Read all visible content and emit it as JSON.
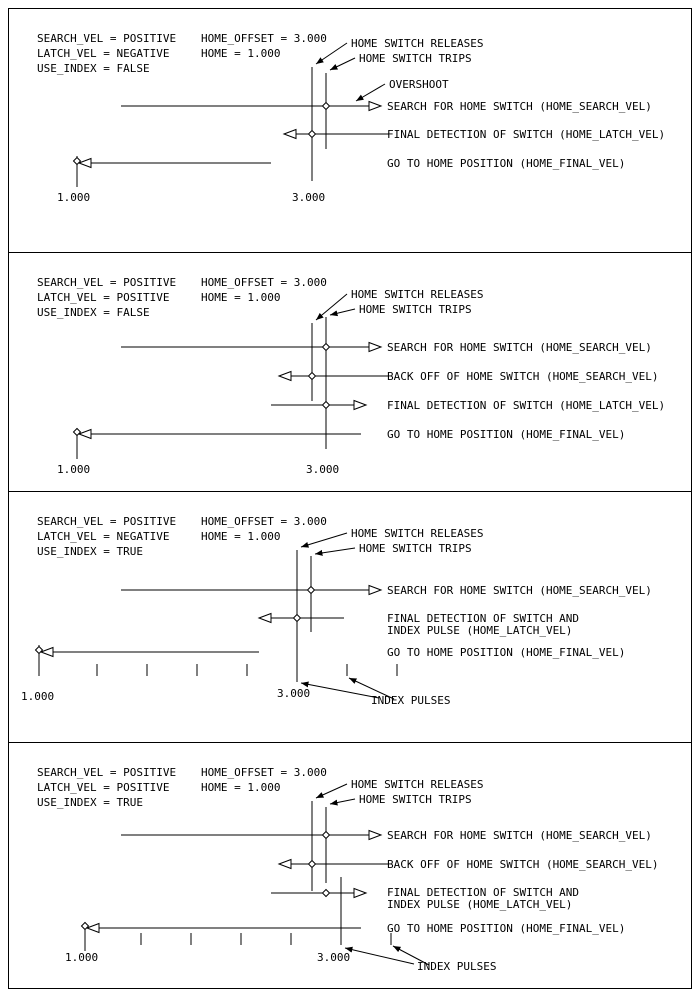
{
  "colors": {
    "ink": "#000000",
    "background": "#ffffff"
  },
  "panels": [
    {
      "params": {
        "search_vel": "SEARCH_VEL = POSITIVE",
        "latch_vel": "LATCH_VEL = NEGATIVE",
        "use_index": "USE_INDEX = FALSE",
        "home_offset": "HOME_OFFSET = 3.000",
        "home": "HOME = 1.000"
      },
      "callouts": {
        "releases": "HOME SWITCH RELEASES",
        "trips": "HOME SWITCH TRIPS",
        "overshoot": "OVERSHOOT"
      },
      "rows": {
        "search": "SEARCH FOR HOME SWITCH (HOME_SEARCH_VEL)",
        "latch": "FINAL DETECTION OF SWITCH (HOME_LATCH_VEL)",
        "final": "GO TO HOME POSITION (HOME_FINAL_VEL)"
      },
      "axis": {
        "home_pos": "1.000",
        "offset_pos": "3.000"
      }
    },
    {
      "params": {
        "search_vel": "SEARCH_VEL = POSITIVE",
        "latch_vel": "LATCH_VEL = POSITIVE",
        "use_index": "USE_INDEX = FALSE",
        "home_offset": "HOME_OFFSET = 3.000",
        "home": "HOME = 1.000"
      },
      "callouts": {
        "releases": "HOME SWITCH RELEASES",
        "trips": "HOME SWITCH TRIPS"
      },
      "rows": {
        "search": "SEARCH FOR HOME SWITCH (HOME_SEARCH_VEL)",
        "backoff": "BACK OFF OF HOME SWITCH (HOME_SEARCH_VEL)",
        "latch": "FINAL DETECTION OF SWITCH (HOME_LATCH_VEL)",
        "final": "GO TO HOME POSITION (HOME_FINAL_VEL)"
      },
      "axis": {
        "home_pos": "1.000",
        "offset_pos": "3.000"
      }
    },
    {
      "params": {
        "search_vel": "SEARCH_VEL = POSITIVE",
        "latch_vel": "LATCH_VEL = NEGATIVE",
        "use_index": "USE_INDEX = TRUE",
        "home_offset": "HOME_OFFSET = 3.000",
        "home": "HOME = 1.000"
      },
      "callouts": {
        "releases": "HOME SWITCH RELEASES",
        "trips": "HOME SWITCH TRIPS"
      },
      "rows": {
        "search": "SEARCH FOR HOME SWITCH (HOME_SEARCH_VEL)",
        "latch_line1": "FINAL DETECTION OF SWITCH AND",
        "latch_line2": "INDEX PULSE (HOME_LATCH_VEL)",
        "final": "GO TO HOME POSITION (HOME_FINAL_VEL)"
      },
      "index_pulses": "INDEX PULSES",
      "axis": {
        "home_pos": "1.000",
        "offset_pos": "3.000"
      }
    },
    {
      "params": {
        "search_vel": "SEARCH_VEL = POSITIVE",
        "latch_vel": "LATCH_VEL = POSITIVE",
        "use_index": "USE_INDEX = TRUE",
        "home_offset": "HOME_OFFSET = 3.000",
        "home": "HOME = 1.000"
      },
      "callouts": {
        "releases": "HOME SWITCH RELEASES",
        "trips": "HOME SWITCH TRIPS"
      },
      "rows": {
        "search": "SEARCH FOR HOME SWITCH (HOME_SEARCH_VEL)",
        "backoff": "BACK OFF OF HOME SWITCH (HOME_SEARCH_VEL)",
        "latch_line1": "FINAL DETECTION OF SWITCH AND",
        "latch_line2": "INDEX PULSE (HOME_LATCH_VEL)",
        "final": "GO TO HOME POSITION (HOME_FINAL_VEL)"
      },
      "index_pulses": "INDEX PULSES",
      "axis": {
        "home_pos": "1.000",
        "offset_pos": "3.000"
      }
    }
  ]
}
